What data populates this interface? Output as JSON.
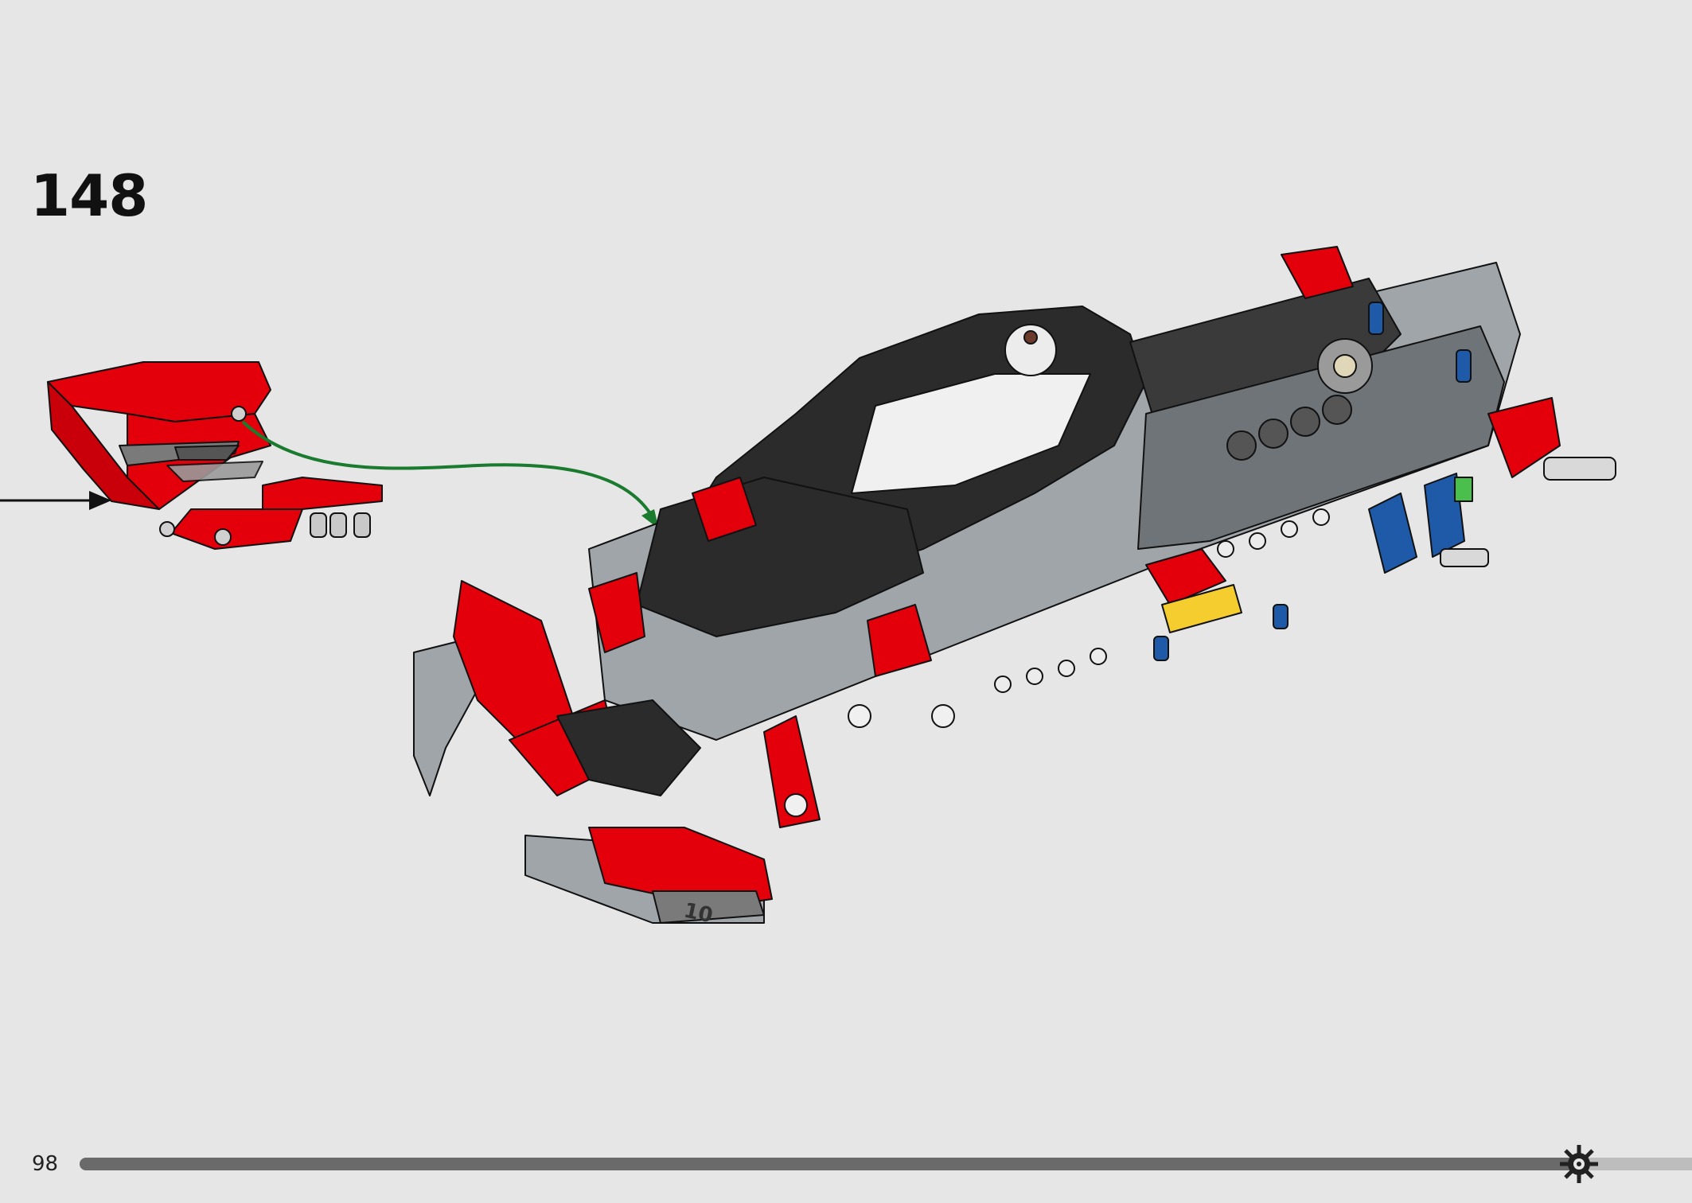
{
  "step": {
    "number": "148"
  },
  "footer": {
    "page_number": "98",
    "progress": 0.93,
    "progress_icon": "gear-icon"
  },
  "colors": {
    "background": "#e6e6e6",
    "brick_red": "#e3000b",
    "brick_black": "#2b2b2b",
    "brick_gray": "#a0a5a9",
    "brick_blue": "#1e5aa8",
    "brick_yellow": "#f5cd2f",
    "arrow_green": "#1a7a2e",
    "progress_track": "#bdbdbd",
    "progress_fill": "#6a6a6a"
  },
  "decal": {
    "number_text": "10"
  }
}
